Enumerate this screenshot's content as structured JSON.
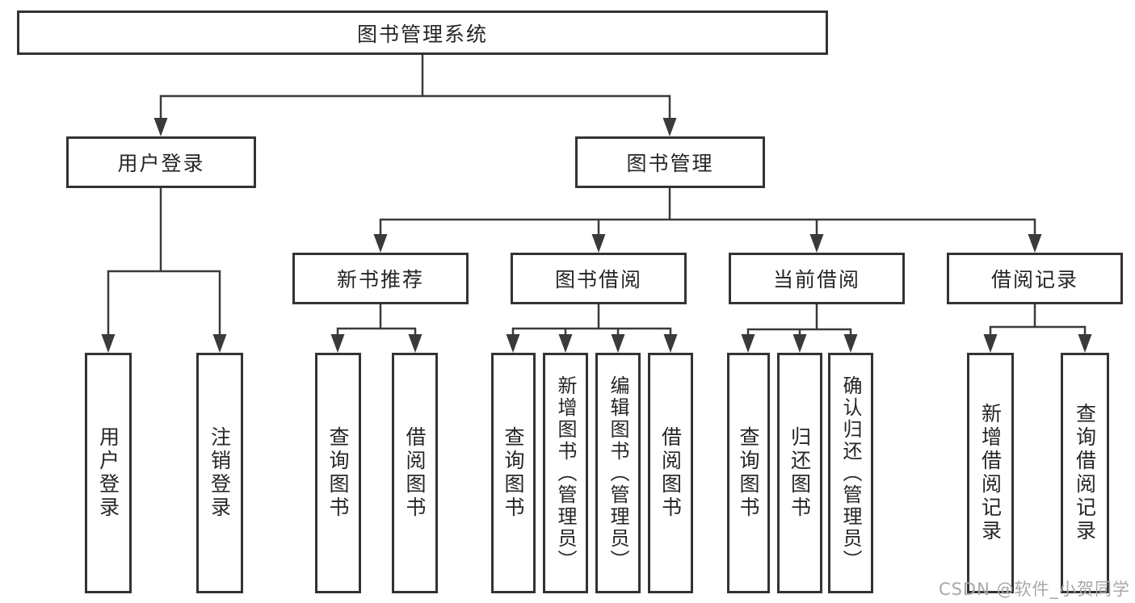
{
  "diagram": {
    "root": "图书管理系统",
    "user_login": {
      "label": "用户登录",
      "children": [
        "用户登录",
        "注销登录"
      ]
    },
    "book_mgmt": {
      "label": "图书管理",
      "sections": [
        {
          "label": "新书推荐",
          "children": [
            "查询图书",
            "借阅图书"
          ]
        },
        {
          "label": "图书借阅",
          "children": [
            "查询图书",
            "新增图书（管理员）",
            "编辑图书（管理员）",
            "借阅图书"
          ]
        },
        {
          "label": "当前借阅",
          "children": [
            "查询图书",
            "归还图书",
            "确认归还（管理员）"
          ]
        },
        {
          "label": "借阅记录",
          "children": [
            "新增借阅记录",
            "查询借阅记录"
          ]
        }
      ]
    },
    "watermark": "CSDN @软件_小贺同学",
    "colors": {
      "line": "#3a3a3a",
      "box_border": "#333333",
      "text": "#262626",
      "watermark": "#a8a8a8",
      "background": "#ffffff"
    }
  }
}
